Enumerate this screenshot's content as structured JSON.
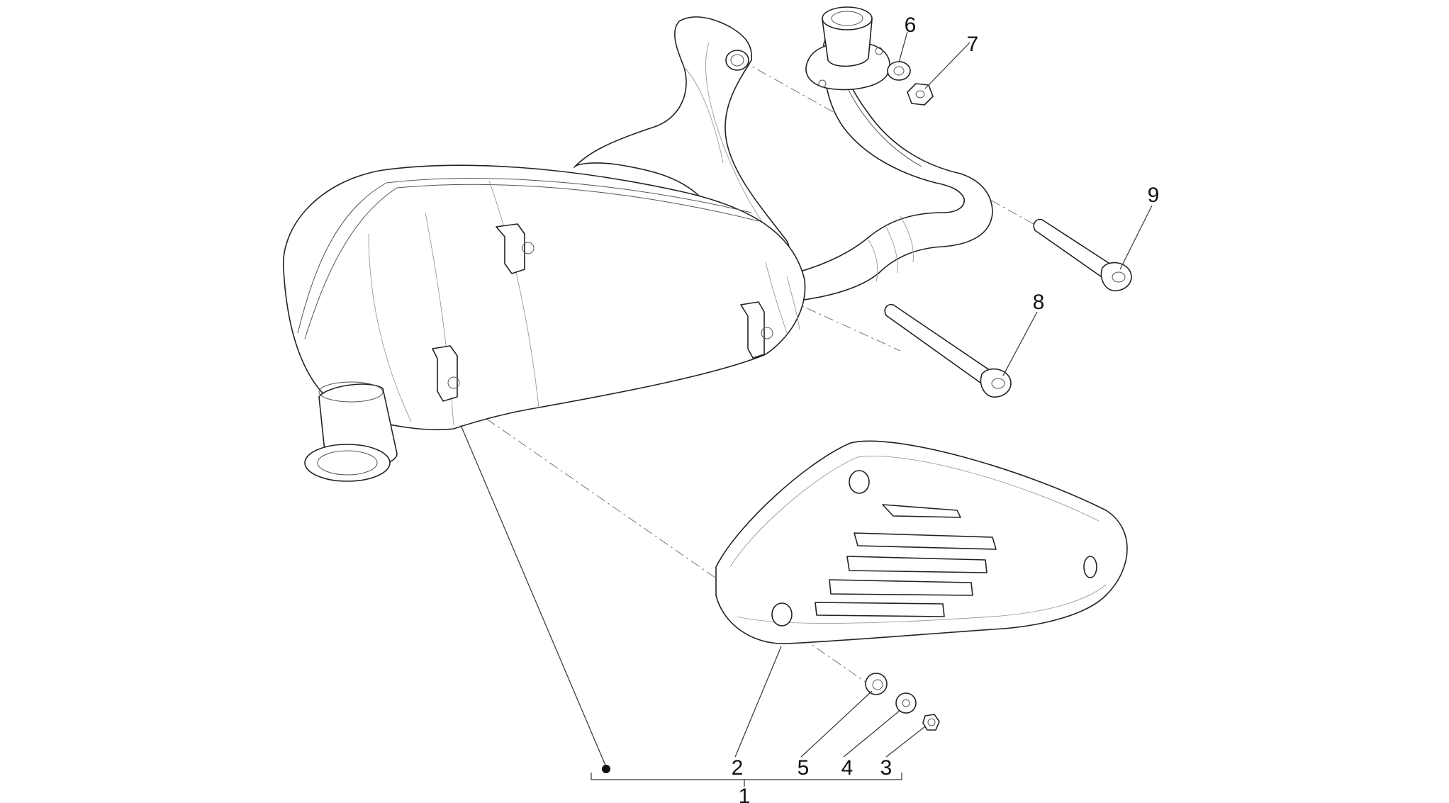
{
  "callouts": {
    "c1": "1",
    "c2": "2",
    "c3": "3",
    "c4": "4",
    "c5": "5",
    "c6": "6",
    "c7": "7",
    "c8": "8",
    "c9": "9"
  },
  "colors": {
    "line": "#222222",
    "background": "#ffffff"
  }
}
